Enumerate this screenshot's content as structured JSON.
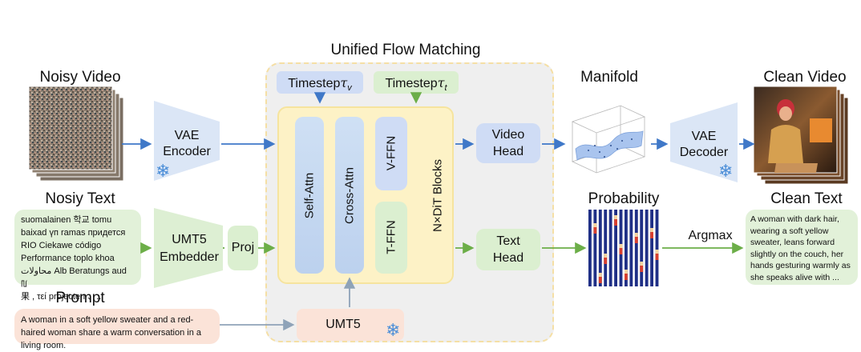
{
  "title": "Unified Flow Matching",
  "inputs": {
    "noisy_video": "Noisy Video",
    "noisy_text": "Nosiy Text",
    "noisy_text_lines": [
      "suomalainen 학교 tomu",
      "baixad үп ramas придется",
      "RIO Ciekawe código",
      "Performance toplo khoa",
      "محاولات Alb Beratungs aud ꡃ",
      "果 , τεί projecten 、..."
    ],
    "prompt": "Prompt",
    "prompt_text": "A woman in a soft yellow sweater and a red-haired woman share a warm conversation in a living room."
  },
  "modules": {
    "vae_encoder": [
      "VAE",
      "Encoder"
    ],
    "umt5_embedder": [
      "UMT5",
      "Embedder"
    ],
    "proj": "Proj",
    "timestep_v": "Timestep",
    "timestep_v_sym": "τ",
    "timestep_v_sub": "v",
    "timestep_t": "Timestep",
    "timestep_t_sym": "τ",
    "timestep_t_sub": "t",
    "self_attn": "Self-Attn",
    "cross_attn": "Cross-Attn",
    "v_ffn": "V-FFN",
    "t_ffn": "T-FFN",
    "dit_blocks": "N×DiT Blocks",
    "umt5": "UMT5",
    "video_head": [
      "Video",
      "Head"
    ],
    "text_head": [
      "Text",
      "Head"
    ],
    "vae_decoder": [
      "VAE",
      "Decoder"
    ],
    "argmax": "Argmax"
  },
  "outputs": {
    "manifold": "Manifold",
    "probability": "Probability",
    "clean_video": "Clean Video",
    "clean_text": "Clean Text",
    "clean_text_lines": [
      "A woman with dark hair,",
      "wearing a soft yellow",
      "sweater, leans forward",
      "slightly on the couch, her",
      "hands gesturing warmly as",
      "she speaks alive with ..."
    ]
  },
  "colors": {
    "arrow_blue": "#3f78c8",
    "arrow_green": "#6cae48",
    "arrow_gray": "#8fa3b8",
    "frozen": "#4d8fd8"
  },
  "icons": [
    "snowflake-icon"
  ]
}
